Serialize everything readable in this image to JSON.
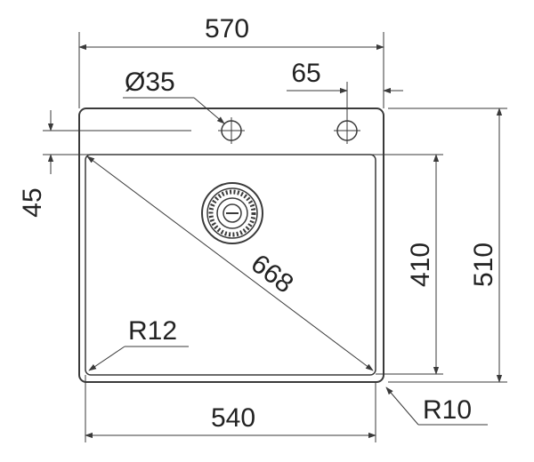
{
  "dimensions": {
    "overall_width": "570",
    "tap_hole_diameter": "Ø35",
    "tap_hole_offset": "65",
    "rim_depth": "45",
    "diagonal": "668",
    "bowl_depth": "410",
    "overall_depth": "510",
    "inner_radius": "R12",
    "bowl_width": "540",
    "outer_radius": "R10"
  },
  "colors": {
    "line": "#3a3a3a",
    "text": "#222222",
    "background": "#ffffff"
  }
}
